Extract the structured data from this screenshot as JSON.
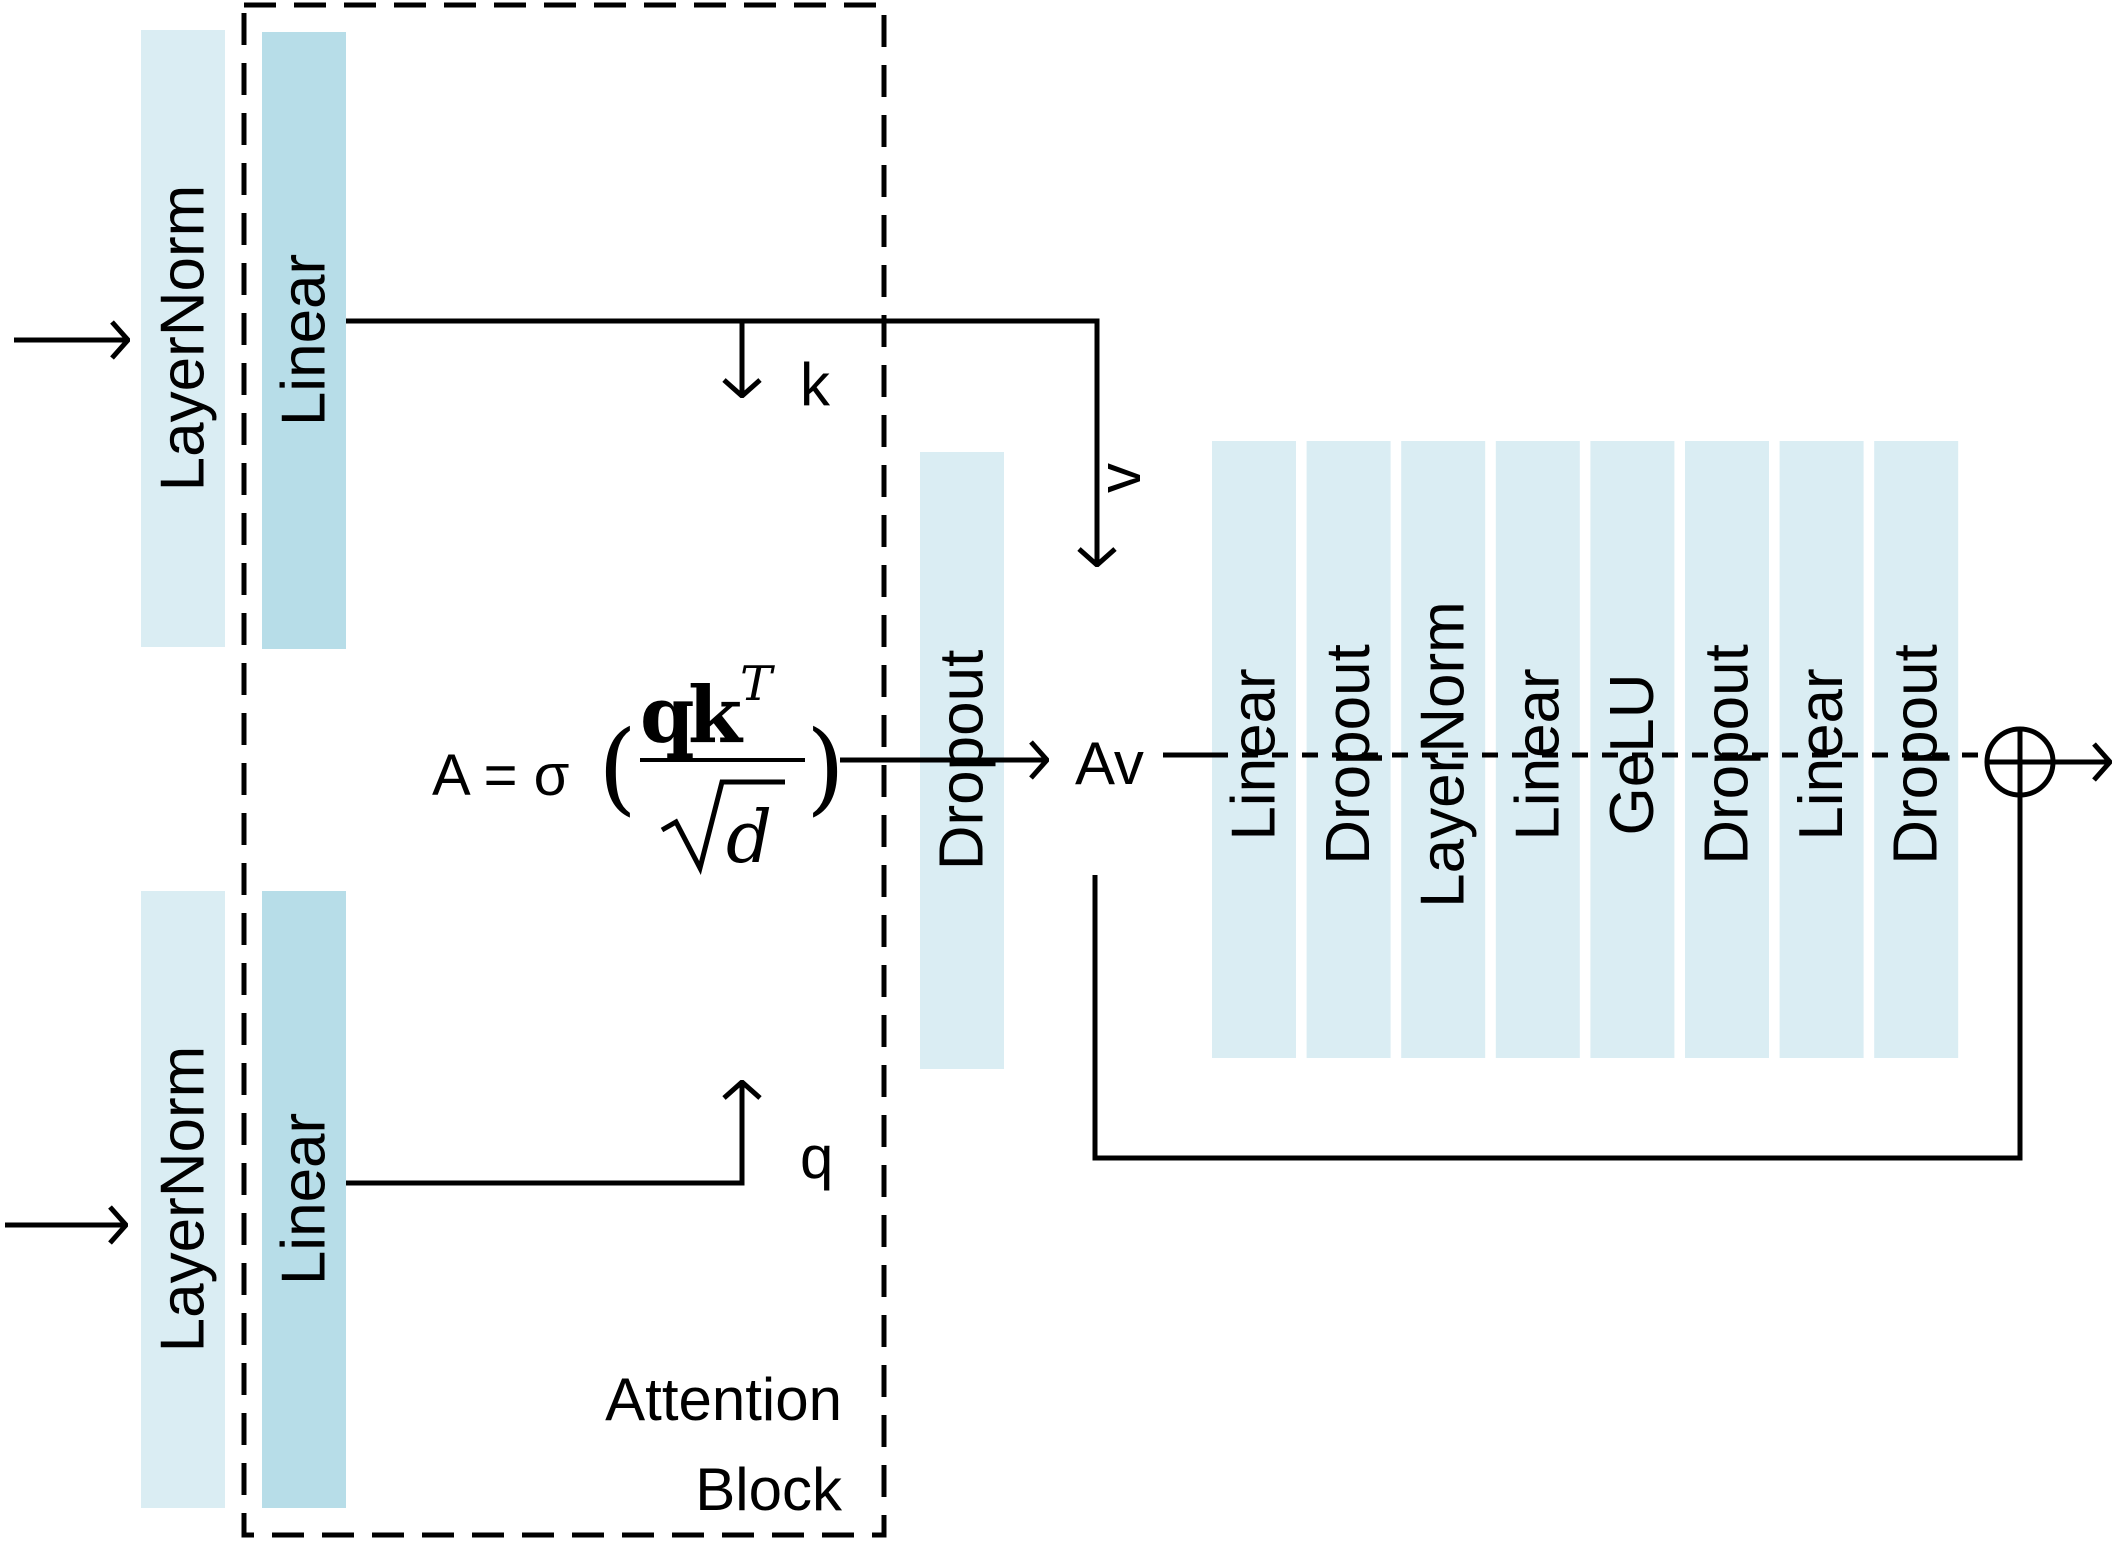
{
  "colors": {
    "block_light": "#daedf3",
    "block_dark": "#b7dde8",
    "line": "#000000",
    "background": "#ffffff"
  },
  "blocks": {
    "top_layernorm": "LayerNorm",
    "top_linear": "Linear",
    "bottom_layernorm": "LayerNorm",
    "bottom_linear": "Linear",
    "attn_dropout": "Dropout",
    "mlp": [
      "Linear",
      "Dropout",
      "LayerNorm",
      "Linear",
      "GeLU",
      "Dropout",
      "Linear",
      "Dropout"
    ]
  },
  "labels": {
    "k": "k",
    "v": "v",
    "q": "q",
    "av": "Av",
    "attention_line1": "Attention",
    "attention_line2": "Block"
  },
  "formula": {
    "lhs": "A = σ",
    "open_paren": "(",
    "numerator_q": "q",
    "numerator_k": "k",
    "superscript": "T",
    "denominator": "d",
    "close_paren": ")"
  },
  "icons": {
    "residual_sum": "circle-plus-icon"
  }
}
